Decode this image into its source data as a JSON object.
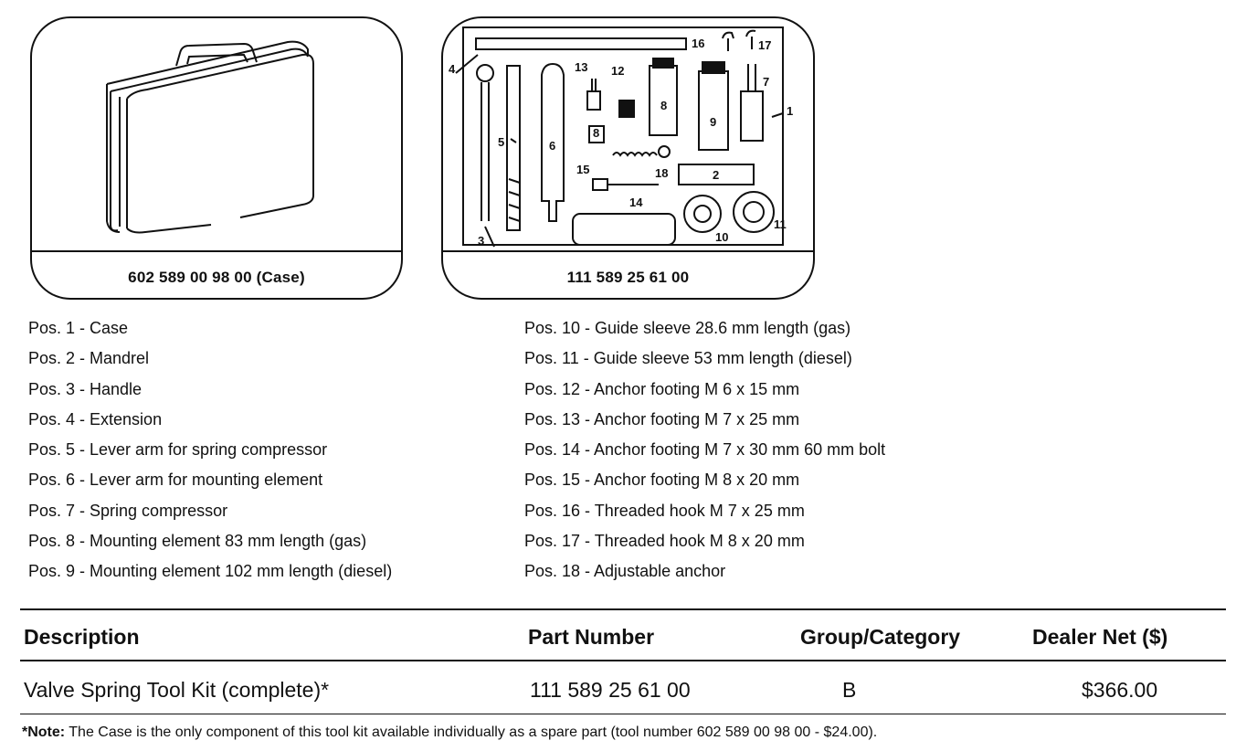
{
  "figures": {
    "case": {
      "caption": "602 589 00 98 00 (Case)"
    },
    "kit": {
      "caption": "111 589 25 61 00",
      "callouts": [
        "1",
        "2",
        "3",
        "4",
        "5",
        "6",
        "7",
        "8",
        "9",
        "10",
        "11",
        "12",
        "13",
        "14",
        "15",
        "16",
        "17",
        "18"
      ]
    }
  },
  "positions_left": [
    "Pos. 1 - Case",
    "Pos. 2 - Mandrel",
    "Pos. 3 - Handle",
    "Pos. 4 - Extension",
    "Pos. 5 - Lever arm for spring compressor",
    "Pos. 6 - Lever arm for mounting element",
    "Pos. 7 - Spring compressor",
    "Pos. 8 - Mounting element 83 mm length (gas)",
    "Pos. 9 - Mounting element 102 mm length (diesel)"
  ],
  "positions_right": [
    "Pos. 10 - Guide sleeve 28.6 mm length (gas)",
    "Pos. 11 - Guide sleeve 53 mm length (diesel)",
    "Pos. 12 - Anchor footing M 6 x 15 mm",
    "Pos. 13 - Anchor footing M 7 x 25 mm",
    "Pos. 14 - Anchor footing M 7 x 30 mm 60 mm bolt",
    "Pos. 15 - Anchor footing M 8 x 20 mm",
    "Pos. 16 - Threaded hook M 7 x 25 mm",
    "Pos. 17 - Threaded hook M 8 x 20 mm",
    "Pos. 18 - Adjustable anchor"
  ],
  "table": {
    "headers": {
      "description": "Description",
      "part_number": "Part Number",
      "group": "Group/Category",
      "dealer_net": "Dealer Net ($)"
    },
    "row": {
      "description": "Valve Spring Tool Kit (complete)*",
      "part_number": "111 589 25 61 00",
      "group": "B",
      "dealer_net": "$366.00"
    }
  },
  "note": {
    "label": "*Note:",
    "text": "The Case is the only component of this tool kit available individually as a spare part (tool number 602 589 00 98 00 - $24.00)."
  }
}
